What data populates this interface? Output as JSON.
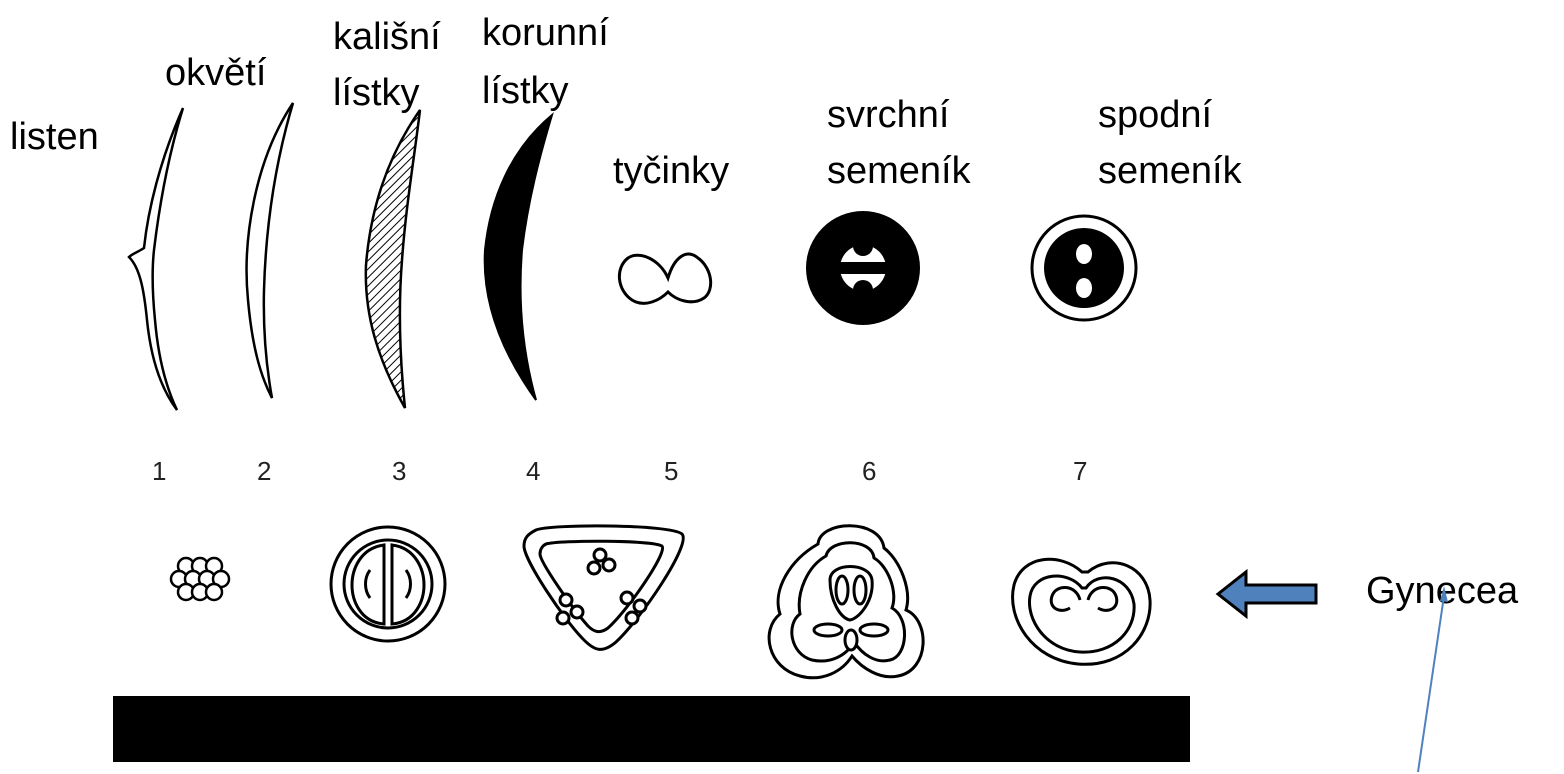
{
  "labels": {
    "listen": "listen",
    "okveti": "okvětí",
    "kalisni_1": "kališní",
    "kalisni_2": "lístky",
    "korunni_1": "korunní",
    "korunni_2": "lístky",
    "tycinky": "tyčinky",
    "svrchni_1": "svrchní",
    "svrchni_2": "semeník",
    "spodni_1": "spodní",
    "spodni_2": "semeník",
    "gynecea": "Gynecea"
  },
  "numbers": [
    "1",
    "2",
    "3",
    "4",
    "5",
    "6",
    "7"
  ],
  "colors": {
    "arrow_fill": "#4f81bd",
    "arrow_stroke": "#000000",
    "line": "#4f81bd"
  }
}
